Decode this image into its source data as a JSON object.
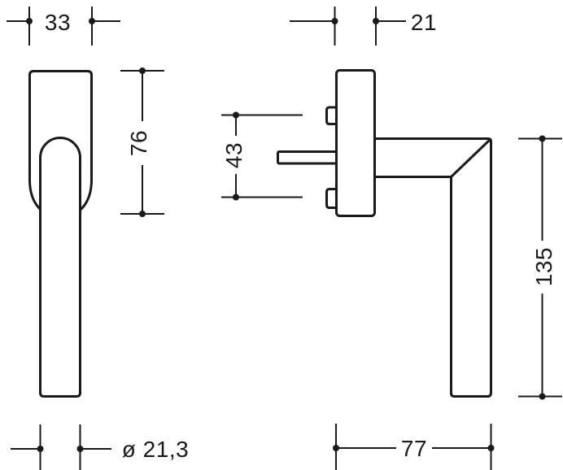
{
  "drawing": {
    "type": "technical-dimension-drawing",
    "background_color": "#ffffff",
    "line_color": "#1a1a1a",
    "views": [
      "front-view-window-handle",
      "side-view-window-handle"
    ],
    "labels": {
      "front_width": "33",
      "plate_depth": "21",
      "rosette_height": "76",
      "screw_spacing": "43",
      "lever_length": "135",
      "projection": "77",
      "grip_diameter": "ø 21,3"
    }
  }
}
